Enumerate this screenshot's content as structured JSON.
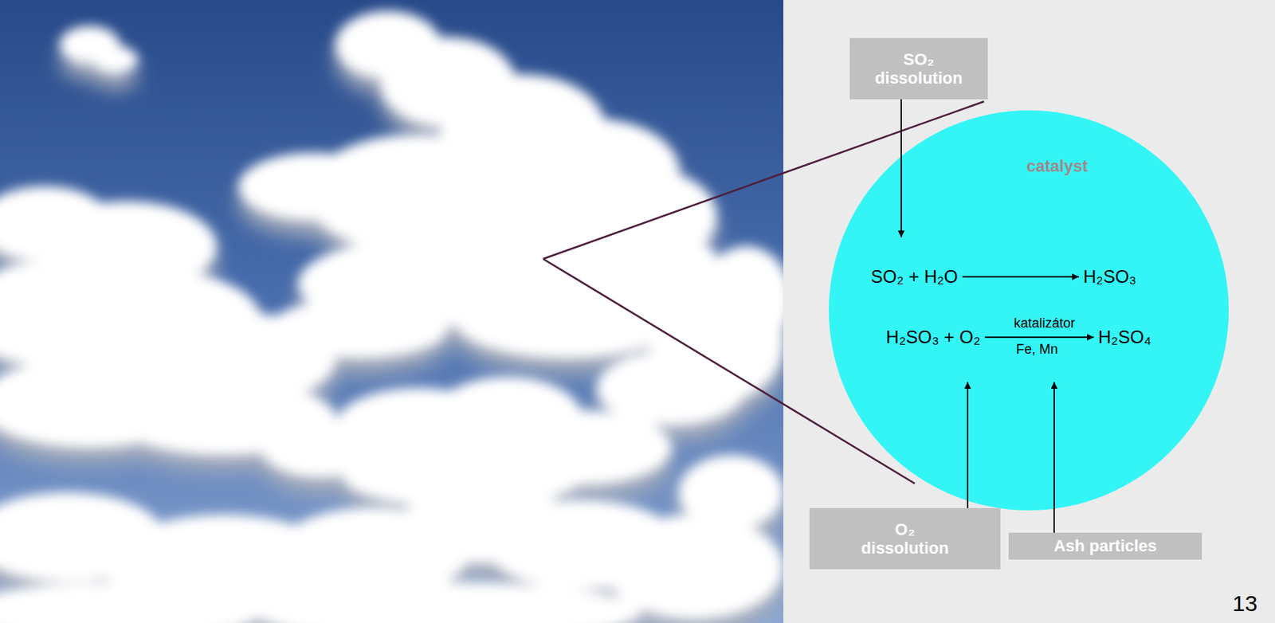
{
  "diagram": {
    "nodes": [
      {
        "text": [
          "SO₂ dissolution"
        ]
      },
      {
        "text": [
          "catalyst"
        ]
      },
      {
        "text": [
          "SO₂ + H₂O",
          "H₂SO₃"
        ],
        "in": 1
      },
      {
        "text": [
          "H₂SO₃ + O₂",
          "katalizátor",
          "Fe, Mn",
          "H₂SO₄"
        ],
        "in": 1
      },
      {
        "text": [
          "O₂ dissolution"
        ]
      },
      {
        "text": [
          "Ash particles"
        ]
      }
    ],
    "edges": [
      {
        "from": 0,
        "to": 2,
        "arrow": "to"
      },
      {
        "from": 4,
        "to": 3,
        "arrow": "to"
      },
      {
        "from": 5,
        "to": 3,
        "arrow": "to"
      }
    ],
    "labels": [
      "13"
    ]
  }
}
